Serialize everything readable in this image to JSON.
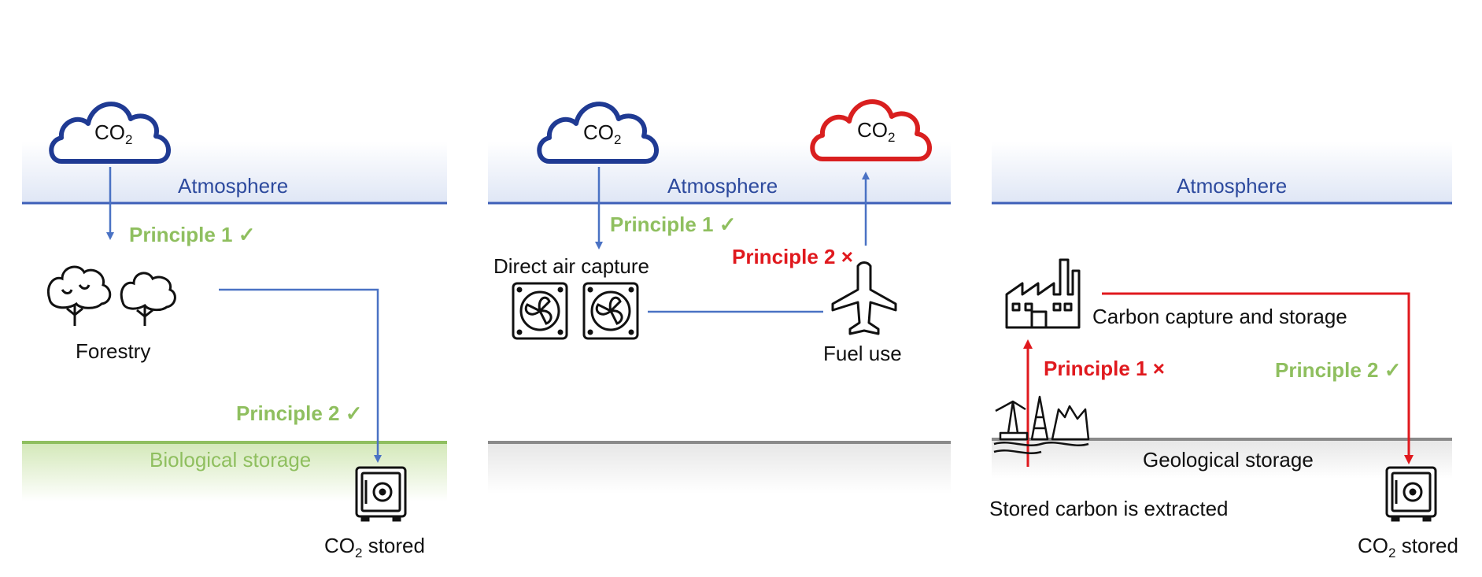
{
  "panels": [
    {
      "atmosphere": "Atmosphere",
      "cloud_text": "CO",
      "cloud_sub": "2",
      "principle1": "Principle 1 ✓",
      "source": "Forestry",
      "principle2": "Principle 2 ✓",
      "storage": "Biological storage",
      "stored_text": "CO",
      "stored_sub": "2",
      "stored_suffix": " stored"
    },
    {
      "atmosphere": "Atmosphere",
      "cloud_left_text": "CO",
      "cloud_left_sub": "2",
      "cloud_right_text": "CO",
      "cloud_right_sub": "2",
      "principle1": "Principle 1 ✓",
      "principle2": "Principle 2 ×",
      "source": "Direct air capture",
      "use": "Fuel use"
    },
    {
      "atmosphere": "Atmosphere",
      "source": "Carbon capture and storage",
      "principle1": "Principle 1 ×",
      "principle2": "Principle 2 ✓",
      "storage": "Geological storage",
      "extraction": "Stored carbon is extracted",
      "stored_text": "CO",
      "stored_sub": "2",
      "stored_suffix": " stored"
    }
  ],
  "colors": {
    "blue": "#2d4a9e",
    "arrow_blue": "#4a72c4",
    "red": "#e0191e",
    "green": "#8fbf5f",
    "gray": "#8a8a8a"
  },
  "icons": [
    "cloud-icon",
    "tree-icon",
    "fan-icon",
    "airplane-icon",
    "factory-icon",
    "oil-pump-icon",
    "safe-icon"
  ]
}
